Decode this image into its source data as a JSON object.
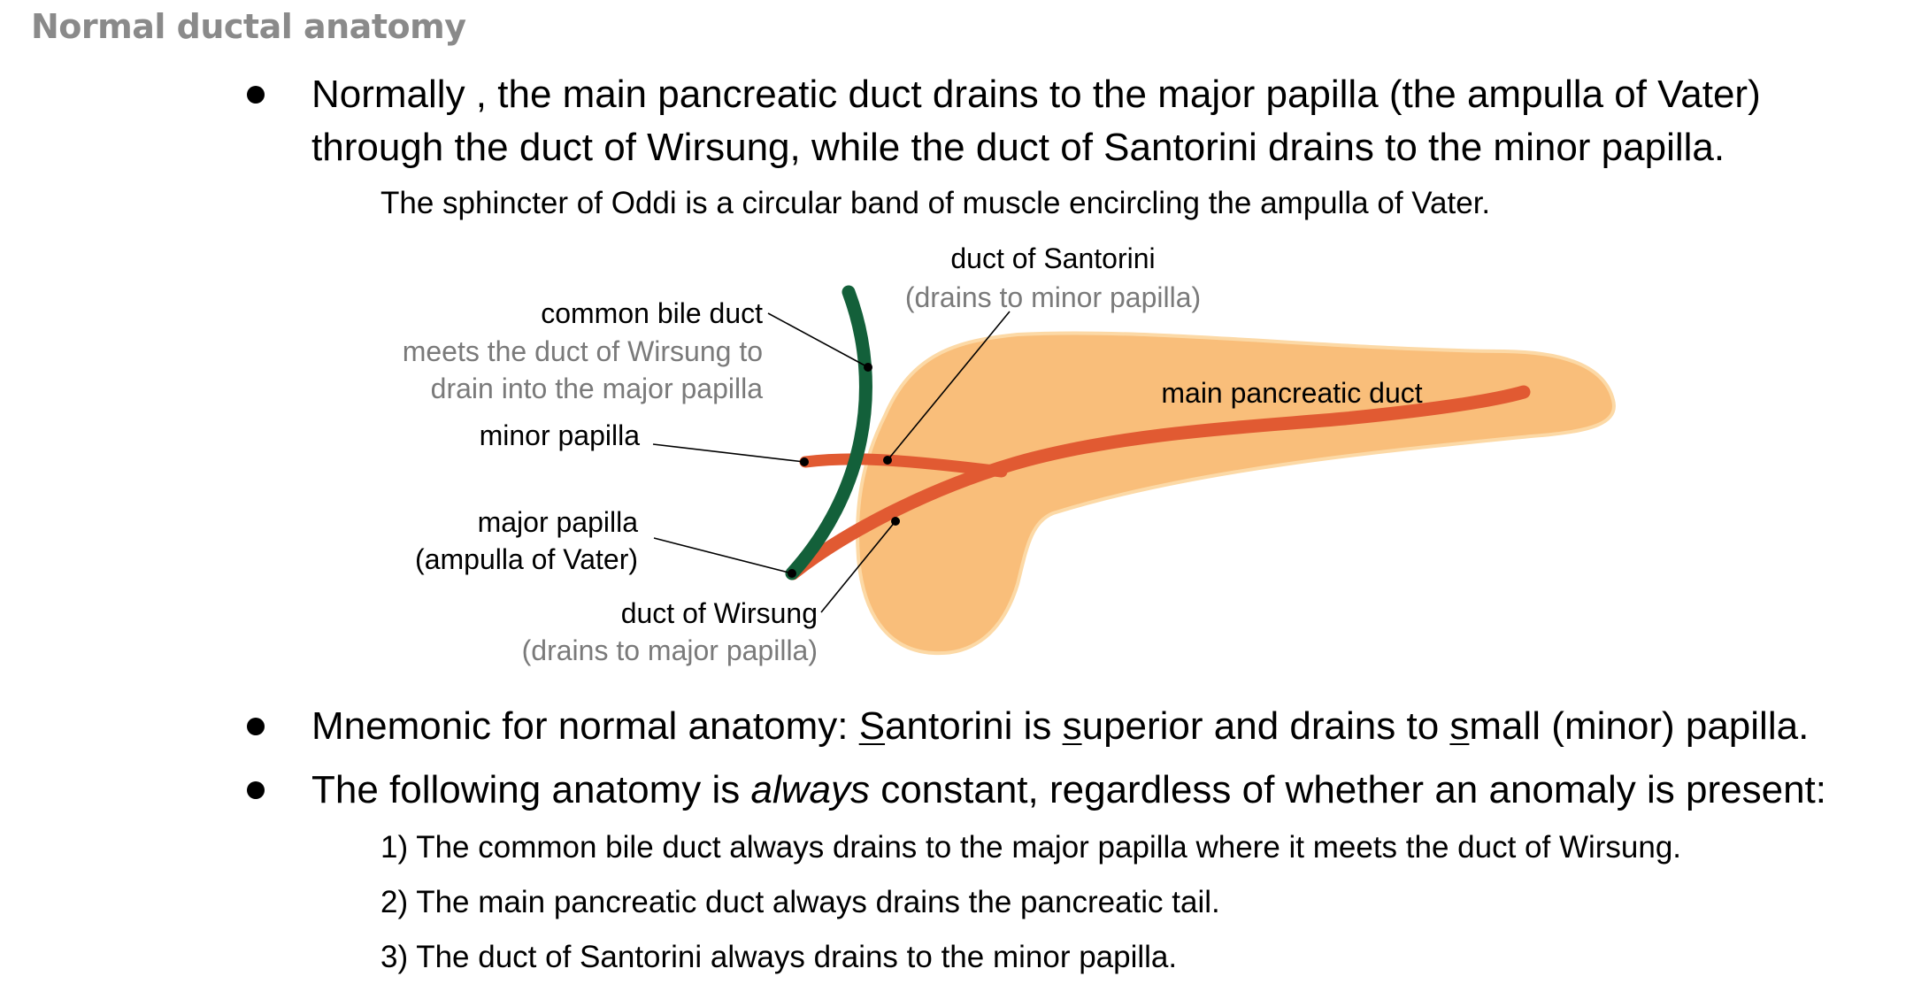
{
  "page": {
    "title": "Normal ductal anatomy"
  },
  "bullets": {
    "b1_line1": "Normally , the main pancreatic duct drains to the major papilla (the ampulla of Vater)",
    "b1_line2": "through the duct of Wirsung, while the duct of Santorini drains to the minor papilla.",
    "b1_sub": "The sphincter of Oddi is a circular band of muscle encircling the ampulla of Vater.",
    "b2": {
      "prefix": "Mnemonic for normal anatomy: ",
      "s1": "S",
      "p1": "antorini is ",
      "s2": "s",
      "p2": "uperior and drains to ",
      "s3": "s",
      "p3": "mall (minor) papilla."
    },
    "b3": {
      "prefix": "The following anatomy is ",
      "emph": "always",
      "suffix": " constant, regardless of whether an anomaly is present:"
    },
    "list": [
      "1) The common bile duct always drains to the major papilla where it meets the duct of Wirsung.",
      "2) The main pancreatic duct always drains the pancreatic tail.",
      "3) The duct of Santorini always drains to the minor papilla."
    ]
  },
  "diagram": {
    "labels": {
      "santorini": "duct of Santorini",
      "santorini_sub": "(drains to minor papilla)",
      "cbd": "common bile duct",
      "cbd_sub1": "meets the duct of Wirsung to",
      "cbd_sub2": "drain into the major papilla",
      "minor": "minor papilla",
      "major": "major papilla",
      "major_sub": "(ampulla of Vater)",
      "wirsung": "duct of Wirsung",
      "wirsung_sub": "(drains to major papilla)",
      "main_duct": "main pancreatic duct"
    },
    "colors": {
      "pancreas_fill": "#f9be7a",
      "pancreas_edge": "#fcd9a6",
      "pancreatic_duct": "#e15a32",
      "bile_duct": "#13603a",
      "dark_text": "#000000",
      "gray_text": "#7a7a7a"
    }
  }
}
